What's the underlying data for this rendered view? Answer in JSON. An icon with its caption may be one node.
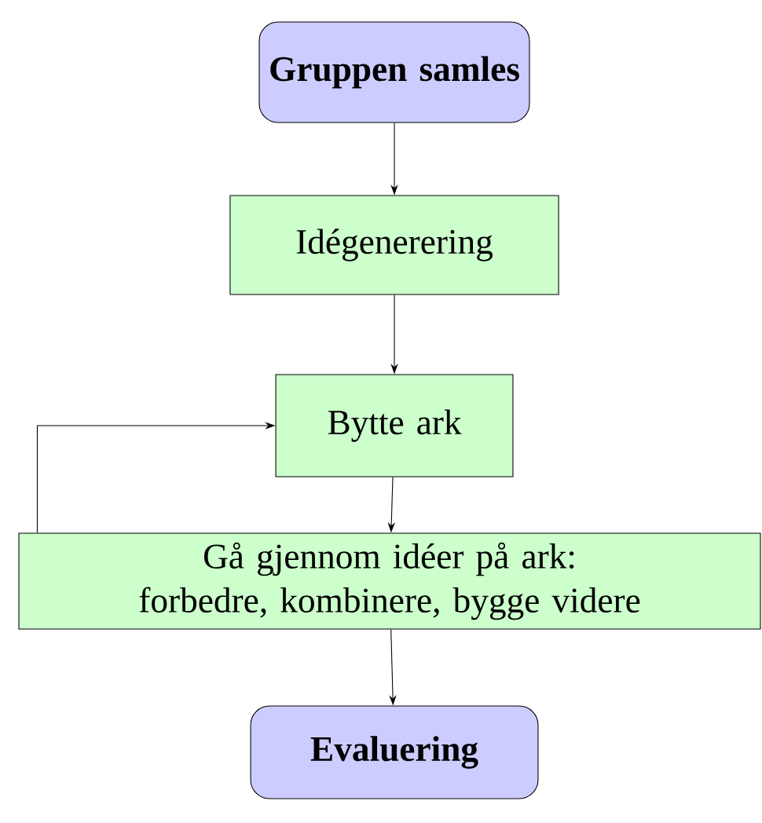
{
  "diagram": {
    "nodes": [
      {
        "text": [
          "Gruppen samles"
        ]
      },
      {
        "text": [
          "Idégenerering"
        ]
      },
      {
        "text": [
          "Bytte ark"
        ]
      },
      {
        "text": [
          "Gå gjennom idéer på ark: forbedre, kombinere, bygge videre"
        ]
      },
      {
        "text": [
          "Evaluering"
        ]
      }
    ],
    "edges": [
      {
        "from": 0,
        "to": 1,
        "arrow": "to"
      },
      {
        "from": 1,
        "to": 2,
        "arrow": "to"
      },
      {
        "from": 2,
        "to": 3,
        "arrow": "to"
      },
      {
        "from": 3,
        "to": 4,
        "arrow": "to"
      },
      {
        "from": 3,
        "to": 2,
        "arrow": "to"
      }
    ]
  }
}
